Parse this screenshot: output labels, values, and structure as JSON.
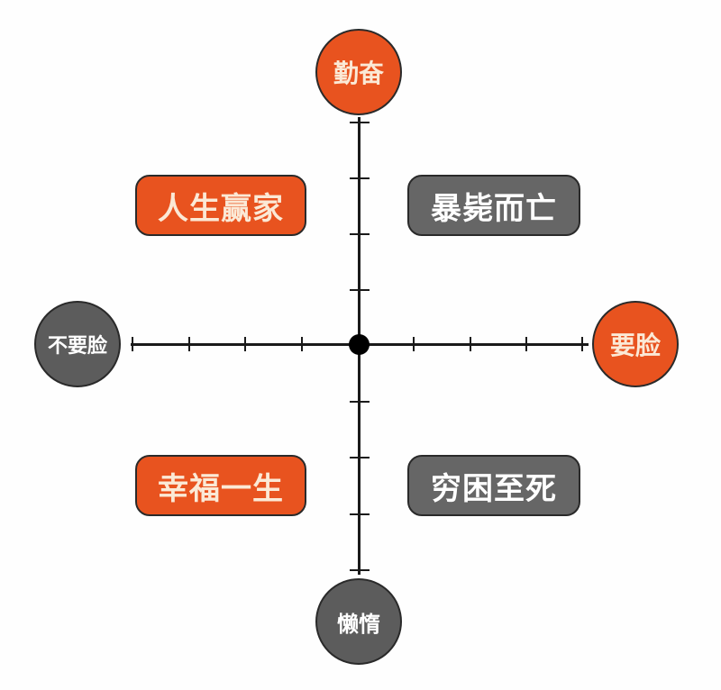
{
  "diagram": {
    "type": "quadrant",
    "axes": {
      "vertical": {
        "top": "勤奋",
        "bottom": "懒惰"
      },
      "horizontal": {
        "left": "不要脸",
        "right": "要脸"
      }
    },
    "quadrants": {
      "top_left": "人生赢家",
      "top_right": "暴毙而亡",
      "bottom_left": "幸福一生",
      "bottom_right": "穷困至死"
    },
    "ticks_per_half_axis": 4
  },
  "colors": {
    "orange": "#e8531f",
    "gray": "#5c5c5c",
    "axis": "#1a1a1a",
    "background": "#fefefe"
  }
}
